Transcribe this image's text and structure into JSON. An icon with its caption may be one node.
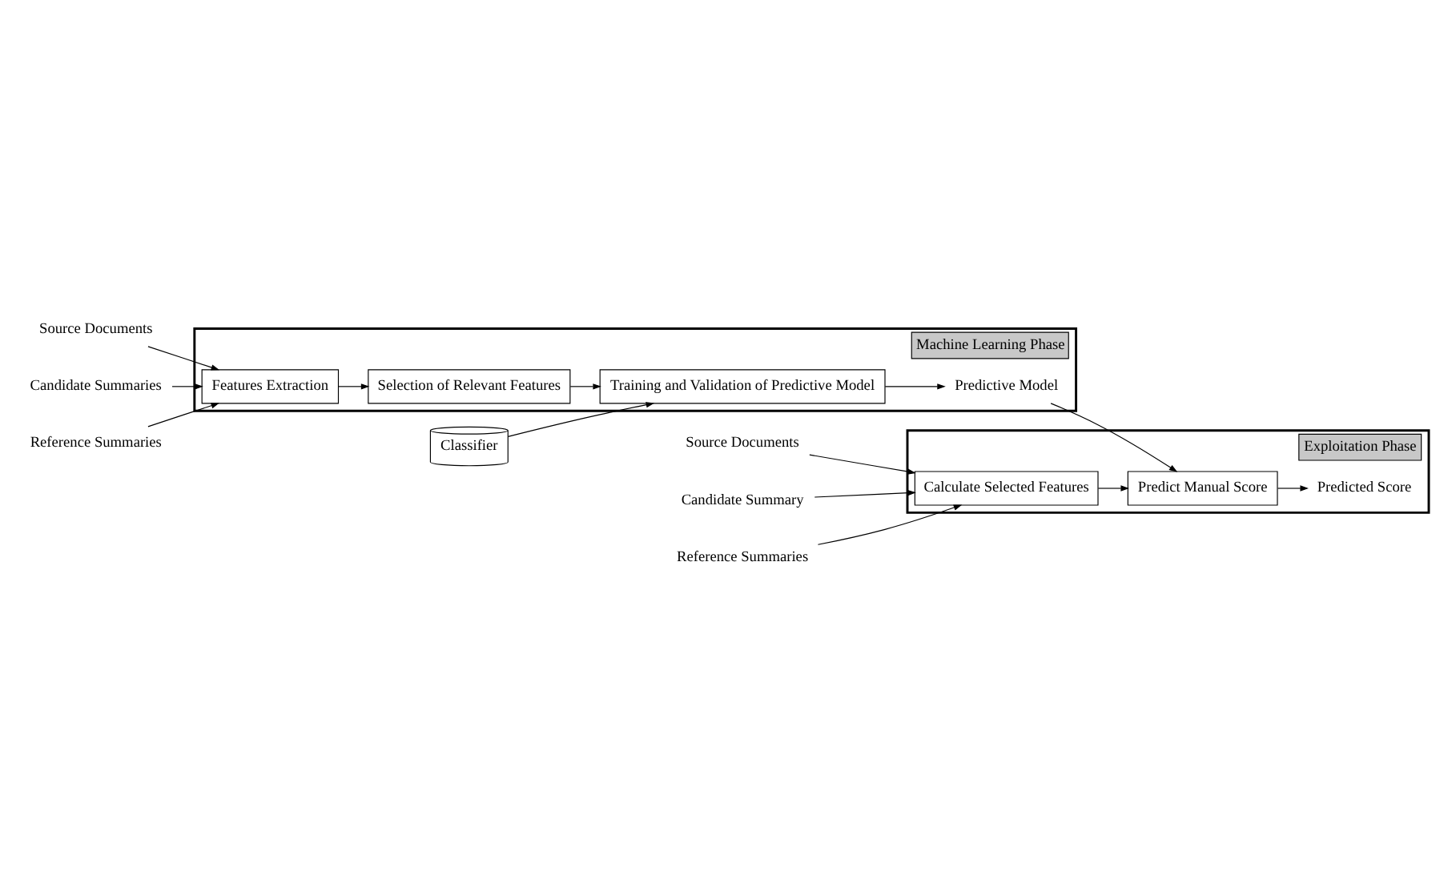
{
  "diagram": {
    "nodes": [
      {
        "text": [
          "Source Documents"
        ]
      },
      {
        "text": [
          "Candidate Summaries"
        ]
      },
      {
        "text": [
          "Reference Summaries"
        ]
      },
      {
        "text": [
          "Machine Learning Phase"
        ]
      },
      {
        "text": [
          "Features Extraction"
        ],
        "in": 3
      },
      {
        "text": [
          "Selection of Relevant Features"
        ],
        "in": 3
      },
      {
        "text": [
          "Training and Validation of Predictive Model"
        ],
        "in": 3
      },
      {
        "text": [
          "Classifier"
        ]
      },
      {
        "text": [
          "Predictive Model"
        ],
        "in": 3
      },
      {
        "text": [
          "Source Documents"
        ]
      },
      {
        "text": [
          "Candidate Summary"
        ]
      },
      {
        "text": [
          "Reference Summaries"
        ]
      },
      {
        "text": [
          "Exploitation Phase"
        ]
      },
      {
        "text": [
          "Calculate Selected Features"
        ],
        "in": 12
      },
      {
        "text": [
          "Predict Manual Score"
        ],
        "in": 12
      },
      {
        "text": [
          "Predicted Score"
        ],
        "in": 12
      }
    ],
    "edges": [
      {
        "from": 0,
        "to": 4,
        "arrow": "to"
      },
      {
        "from": 1,
        "to": 4,
        "arrow": "to"
      },
      {
        "from": 2,
        "to": 4,
        "arrow": "to"
      },
      {
        "from": 4,
        "to": 5,
        "arrow": "to"
      },
      {
        "from": 5,
        "to": 6,
        "arrow": "to"
      },
      {
        "from": 7,
        "to": 6,
        "arrow": "to"
      },
      {
        "from": 6,
        "to": 8,
        "arrow": "to"
      },
      {
        "from": 8,
        "to": 14,
        "arrow": "to"
      },
      {
        "from": 9,
        "to": 13,
        "arrow": "to"
      },
      {
        "from": 10,
        "to": 13,
        "arrow": "to"
      },
      {
        "from": 11,
        "to": 13,
        "arrow": "to"
      },
      {
        "from": 13,
        "to": 14,
        "arrow": "to"
      },
      {
        "from": 14,
        "to": 15,
        "arrow": "to"
      }
    ]
  }
}
